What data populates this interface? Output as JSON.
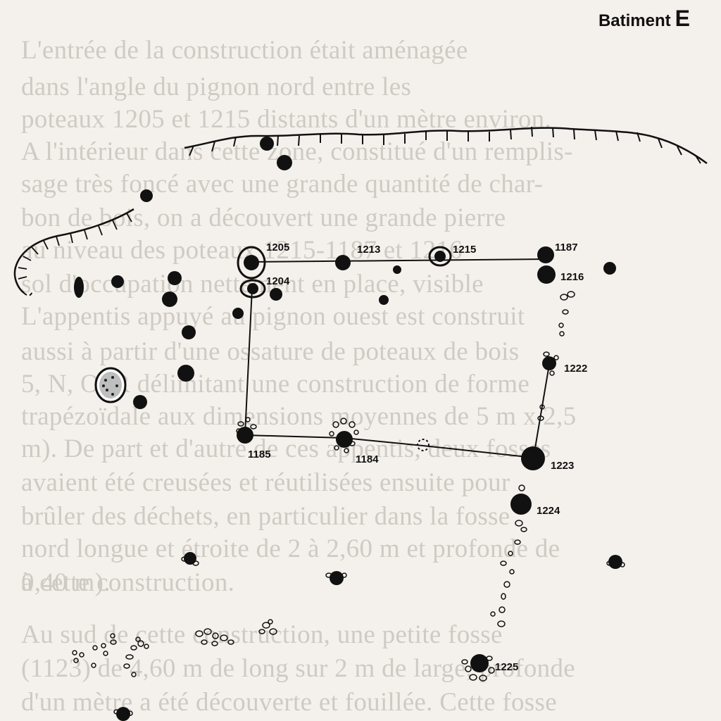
{
  "title": {
    "word": "Batiment",
    "letter": "E"
  },
  "bleed_text": [
    "L'entrée de la construction était aménagée",
    "dans l'angle du pignon nord entre les",
    "poteaux 1205 et 1215 distants d'un mètre environ.",
    "A l'intérieur dans cette zone, constitué d'un remplis-",
    "sage très foncé avec une grande quantité de char-",
    "bon de bois, on a découvert une grande pierre",
    "au niveau des poteaux 1215-1187 et 1216",
    "sol d'occupation nettement en place, visible",
    "L'appentis appuyé au pignon ouest est construit",
    "aussi à partir d'une ossature de poteaux de bois",
    "5, N, O, R délimitant une construction de forme",
    "trapézoïdale aux dimensions moyennes de 5 m x 2,5",
    "m). De part et d'autre de ces appentis, deux fosses",
    "avaient été creusées et réutilisées ensuite pour",
    "brûler des déchets, en particulier dans la fosse",
    "nord longue et étroite de 2 à 2,60 m et profonde de",
    "0,40 m).",
    "à cette construction.",
    "",
    "Au sud de cette construction, une petite fosse",
    "(1123) de 4,60 m de long sur 2 m de large, profonde",
    "d'un mètre a été découverte et fouillée. Cette fosse"
  ],
  "labels": {
    "p1205": "1205",
    "p1213": "1213",
    "p1215": "1215",
    "p1187": "1187",
    "p1216": "1216",
    "p1204": "1204",
    "p1222": "1222",
    "p1185": "1185",
    "p1184": "1184",
    "p1223": "1223",
    "p1224": "1224",
    "p1225": "1225"
  }
}
